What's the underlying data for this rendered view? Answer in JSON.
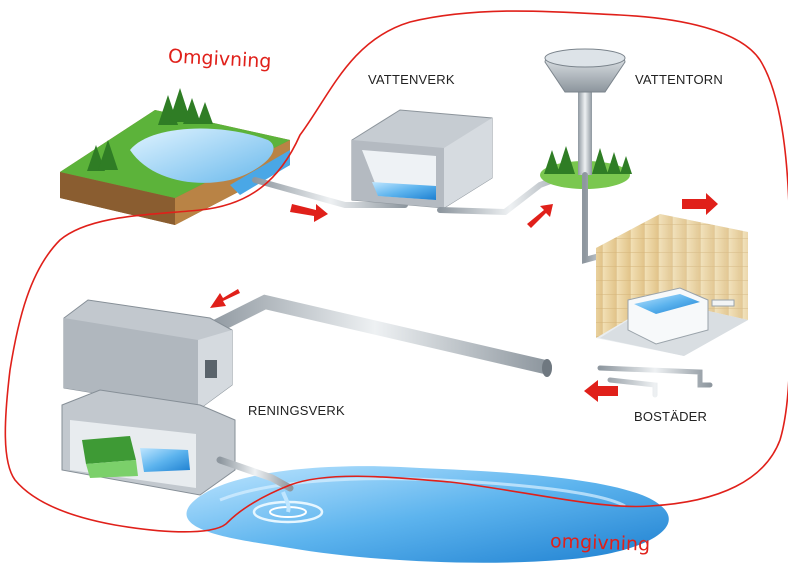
{
  "labels": {
    "vattenverk": "VATTENVERK",
    "vattentorn": "VATTENTORN",
    "reningsverk": "RENINGSVERK",
    "bostader": "BOSTÄDER"
  },
  "annotations": {
    "top": "Omgivning",
    "bottom": "omgivning"
  },
  "colors": {
    "water": "#4aa7e6",
    "arrow": "#e0201a",
    "boundary": "#e0201a",
    "grass": "#5cb33a",
    "soil": "#a0703c",
    "pipe": "#a9b2ba",
    "building": "#c2c8ce"
  }
}
